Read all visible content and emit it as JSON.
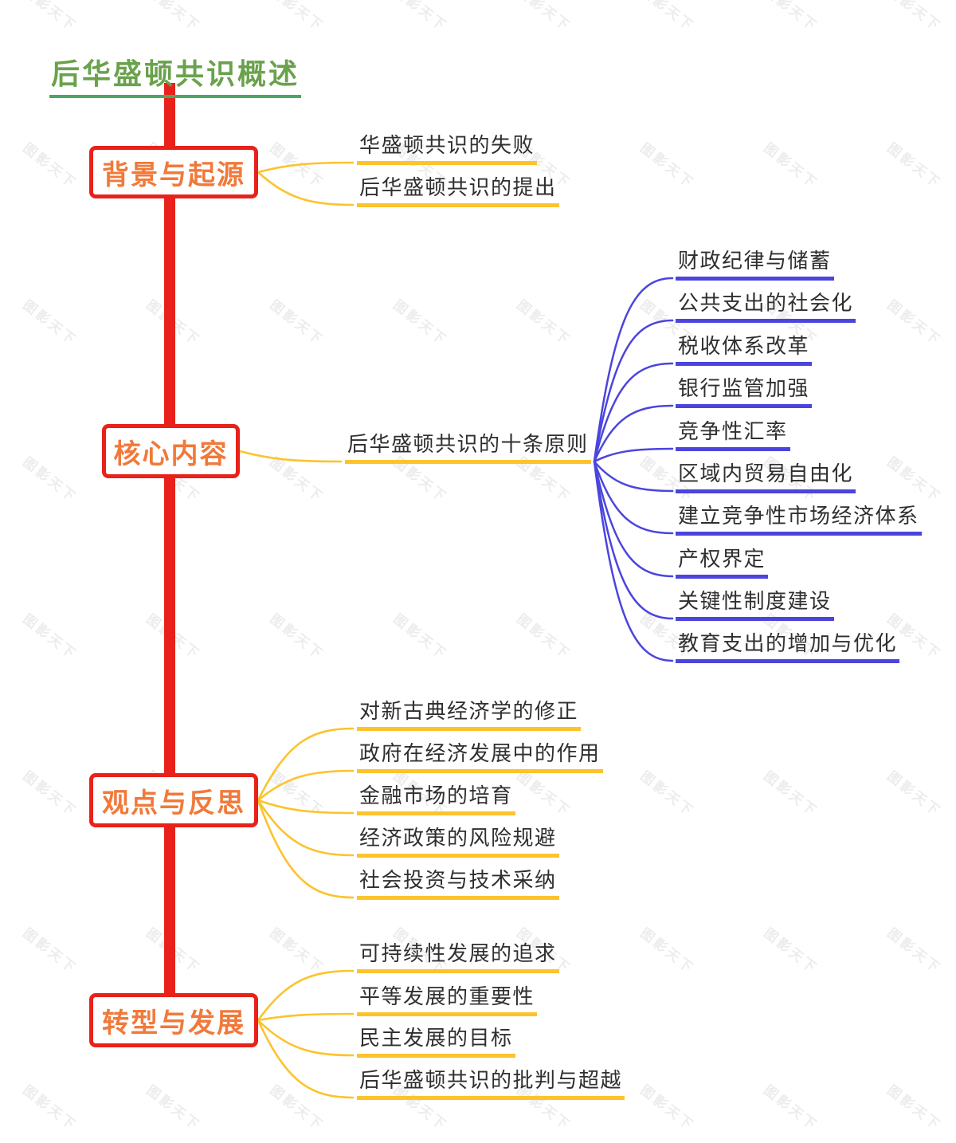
{
  "watermark": {
    "text": "图影天下"
  },
  "title": {
    "text": "后华盛顿共识概述"
  },
  "colors": {
    "red": "#e8221a",
    "orange": "#f1793a",
    "yellow": "#fcc32d",
    "blue": "#4b45dd",
    "green": "#6aa24c",
    "green_underline": "#4fa464",
    "text": "#2f2f2f"
  },
  "branches": [
    {
      "label": "背景与起源",
      "children": [
        {
          "label": "华盛顿共识的失败"
        },
        {
          "label": "后华盛顿共识的提出"
        }
      ]
    },
    {
      "label": "核心内容",
      "children": [
        {
          "label": "后华盛顿共识的十条原则",
          "sub_topics": [
            "财政纪律与储蓄",
            "公共支出的社会化",
            "税收体系改革",
            "银行监管加强",
            "竞争性汇率",
            "区域内贸易自由化",
            "建立竞争性市场经济体系",
            "产权界定",
            "关键性制度建设",
            "教育支出的增加与优化"
          ]
        }
      ]
    },
    {
      "label": "观点与反思",
      "children": [
        {
          "label": "对新古典经济学的修正"
        },
        {
          "label": "政府在经济发展中的作用"
        },
        {
          "label": "金融市场的培育"
        },
        {
          "label": "经济政策的风险规避"
        },
        {
          "label": "社会投资与技术采纳"
        }
      ]
    },
    {
      "label": "转型与发展",
      "children": [
        {
          "label": "可持续性发展的追求"
        },
        {
          "label": "平等发展的重要性"
        },
        {
          "label": "民主发展的目标"
        },
        {
          "label": "后华盛顿共识的批判与超越"
        }
      ]
    }
  ]
}
